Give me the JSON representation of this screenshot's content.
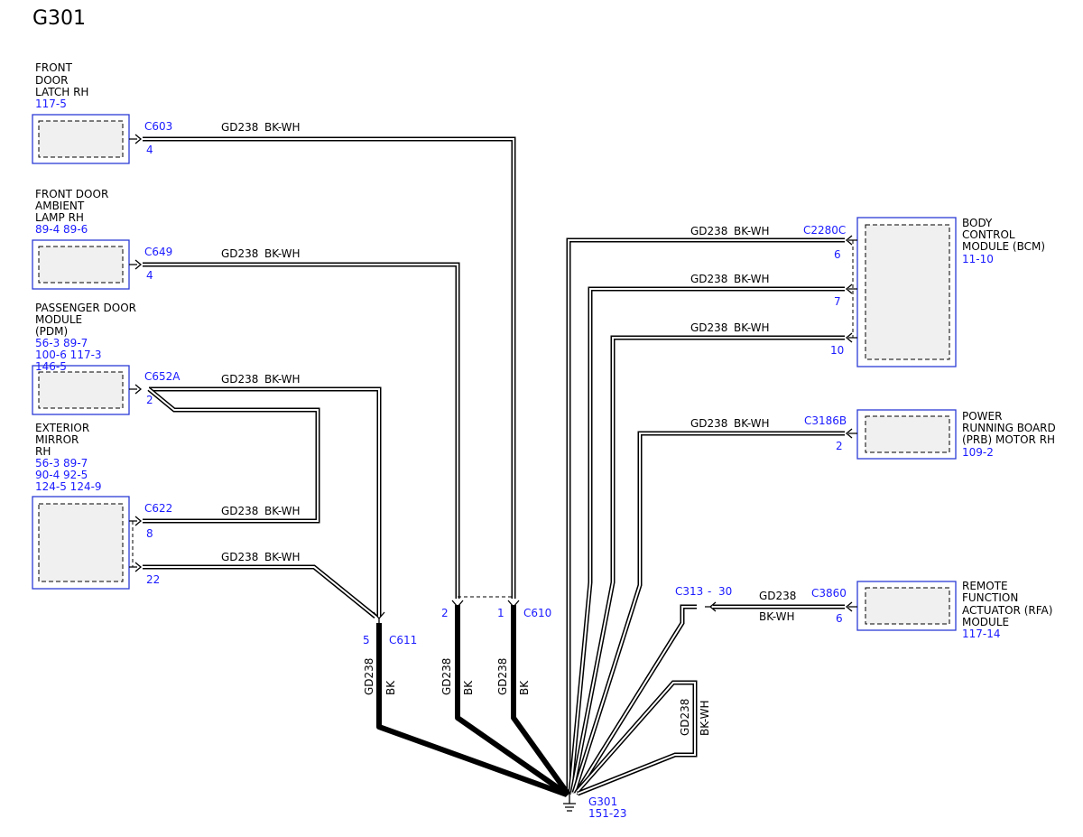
{
  "title": "G301",
  "modules": {
    "front_door_latch": {
      "name": [
        "FRONT",
        "DOOR",
        "LATCH RH"
      ],
      "refs": [
        "117-5"
      ]
    },
    "front_door_ambient": {
      "name": [
        "FRONT DOOR",
        "AMBIENT",
        "LAMP RH"
      ],
      "refs": [
        "89-4   89-6"
      ]
    },
    "pdm": {
      "name": [
        "PASSENGER DOOR",
        "MODULE",
        "(PDM)"
      ],
      "refs": [
        "56-3   89-7",
        "100-6 117-3",
        "146-5"
      ]
    },
    "mirror": {
      "name": [
        "EXTERIOR",
        "MIRROR",
        "RH"
      ],
      "refs": [
        "56-3   89-7",
        "90-4   92-5",
        "124-5 124-9"
      ]
    },
    "bcm": {
      "name": [
        "BODY",
        "CONTROL",
        "MODULE (BCM)"
      ],
      "refs": [
        "11-10"
      ]
    },
    "prb": {
      "name": [
        "POWER",
        "RUNNING BOARD",
        "(PRB) MOTOR RH"
      ],
      "refs": [
        "109-2"
      ]
    },
    "rfa": {
      "name": [
        "REMOTE",
        "FUNCTION",
        "ACTUATOR (RFA)",
        "MODULE"
      ],
      "refs": [
        "117-14"
      ]
    }
  },
  "connectors": {
    "c603": {
      "id": "C603",
      "pin": "4"
    },
    "c649": {
      "id": "C649",
      "pin": "4"
    },
    "c652a": {
      "id": "C652A",
      "pin": "2"
    },
    "c622": {
      "id": "C622",
      "pins": [
        "8",
        "22"
      ]
    },
    "c2280c": {
      "id": "C2280C",
      "pins": [
        "6",
        "7",
        "10"
      ]
    },
    "c3186b": {
      "id": "C3186B",
      "pin": "2"
    },
    "c3860": {
      "id": "C3860",
      "pin": "6"
    },
    "c313": {
      "id": "C313",
      "pin": "30",
      "sep": "-"
    },
    "c611": {
      "id": "C611",
      "pin": "5"
    },
    "c610": {
      "id": "C610",
      "pins": [
        "2",
        "1"
      ]
    }
  },
  "wire": {
    "circuit": "GD238",
    "color": "BK-WH",
    "trunk_color": "BK"
  },
  "ground": {
    "id": "G301",
    "ref": "151-23"
  }
}
